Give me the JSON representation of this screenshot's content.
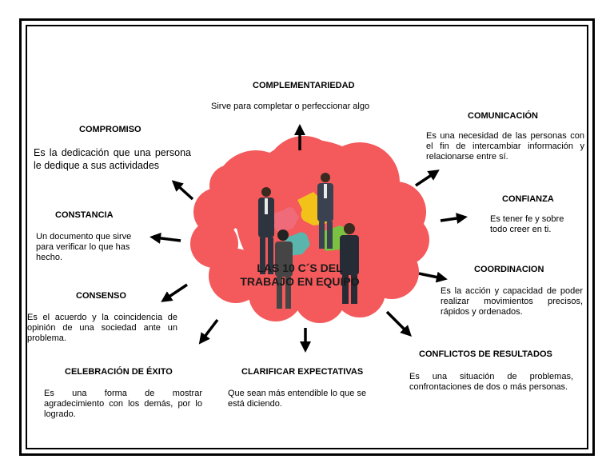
{
  "center": {
    "line1": "LAS 10 C´S DEL",
    "line2": "TRABAJO EN EQUIPO"
  },
  "items": [
    {
      "title": "COMPLEMENTARIEDAD",
      "text": "Sirve para completar o perfeccionar algo"
    },
    {
      "title": "COMUNICACIÓN",
      "text": "Es una necesidad de las personas con el fin de intercambiar información y relacionarse entre sí."
    },
    {
      "title": "CONFIANZA",
      "text": "Es tener fe y sobre todo creer en ti."
    },
    {
      "title": "COORDINACION",
      "text": "Es la acción y capacidad de poder realizar movimientos precisos, rápidos y ordenados."
    },
    {
      "title": "CONFLICTOS DE RESULTADOS",
      "text": "Es una situación de problemas, confrontaciones de dos o más personas."
    },
    {
      "title": "CLARIFICAR EXPECTATIVAS",
      "text": "Que sean más entendible lo que se está diciendo."
    },
    {
      "title": "CELEBRACIÓN DE ÉXITO",
      "text": "Es una forma de mostrar agradecimiento con los demás, por lo logrado."
    },
    {
      "title": "CONSENSO",
      "text": "Es el acuerdo y la coincidencia de opinión de una sociedad ante un problema."
    },
    {
      "title": "CONSTANCIA",
      "text": "Un documento que sirve para verificar lo que has hecho."
    },
    {
      "title": "COMPROMISO",
      "text": "Es la dedicación que una persona le dedique a sus actividades"
    }
  ],
  "colors": {
    "cloud": "#f4595b",
    "arrow": "#000000",
    "puzzle_yellow": "#f2c21b",
    "puzzle_green": "#7cc242",
    "puzzle_pink": "#ef6b7a",
    "puzzle_teal": "#5ab5ad"
  }
}
